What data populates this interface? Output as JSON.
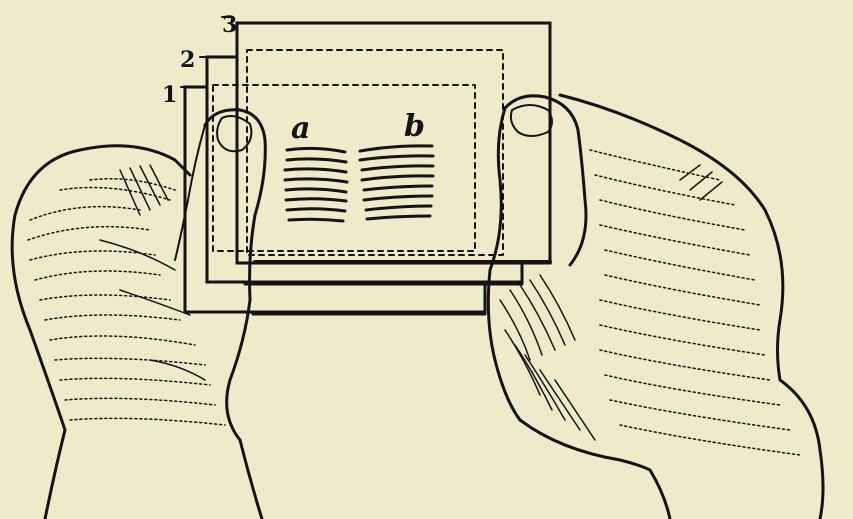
{
  "labels": {
    "plate_1": "1",
    "plate_2": "2",
    "plate_3": "3",
    "sample_a": "a",
    "sample_b": "b"
  },
  "colors": {
    "paper": "#efeac9",
    "ink": "#141414"
  }
}
